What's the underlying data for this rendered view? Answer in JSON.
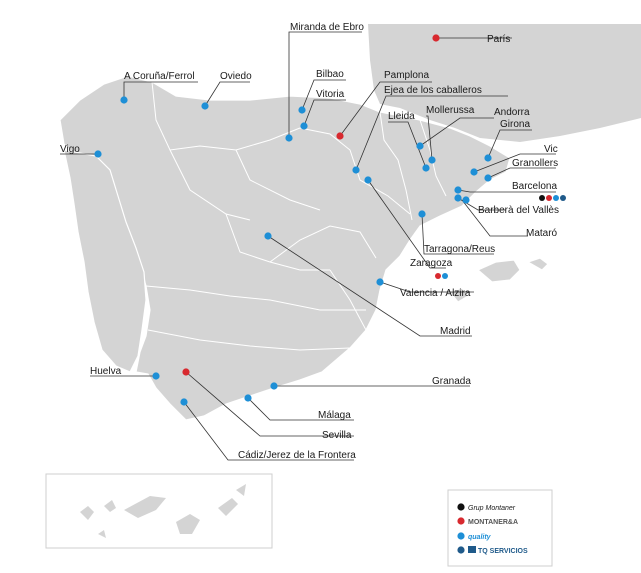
{
  "colors": {
    "land": "#d4d4d4",
    "blue": "#1e8fd6",
    "red": "#d8292f",
    "black": "#111111",
    "navy": "#1f5a8a"
  },
  "locations": [
    {
      "id": "paris",
      "label": "París"
    },
    {
      "id": "miranda",
      "label": "Miranda de Ebro"
    },
    {
      "id": "coruna",
      "label": "A Coruña/Ferrol"
    },
    {
      "id": "oviedo",
      "label": "Oviedo"
    },
    {
      "id": "bilbao",
      "label": "Bilbao"
    },
    {
      "id": "vitoria",
      "label": "Vitoria"
    },
    {
      "id": "pamplona",
      "label": "Pamplona"
    },
    {
      "id": "ejea",
      "label": "Ejea de los caballeros"
    },
    {
      "id": "lleida",
      "label": "Lleida"
    },
    {
      "id": "mollerussa",
      "label": "Mollerussa"
    },
    {
      "id": "andorra",
      "label": "Andorra"
    },
    {
      "id": "girona",
      "label": "Girona"
    },
    {
      "id": "vigo",
      "label": "Vigo"
    },
    {
      "id": "vic",
      "label": "Vic"
    },
    {
      "id": "granollers",
      "label": "Granollers"
    },
    {
      "id": "barcelona",
      "label": "Barcelona"
    },
    {
      "id": "barbera",
      "label": "Barberà del Vallès"
    },
    {
      "id": "mataro",
      "label": "Mataró"
    },
    {
      "id": "tarragona",
      "label": "Tarragona/Reus"
    },
    {
      "id": "zaragoza",
      "label": "Zaragoza"
    },
    {
      "id": "valencia",
      "label": "Valencia / Alzira"
    },
    {
      "id": "madrid",
      "label": "Madrid"
    },
    {
      "id": "huelva",
      "label": "Huelva"
    },
    {
      "id": "granada",
      "label": "Granada"
    },
    {
      "id": "malaga",
      "label": "Málaga"
    },
    {
      "id": "sevilla",
      "label": "Sevilla"
    },
    {
      "id": "cadiz",
      "label": "Cádiz/Jerez de la Frontera"
    }
  ],
  "legend": {
    "items": [
      {
        "label": "Grup Montaner",
        "color": "#111111"
      },
      {
        "label": "MONTANER&A",
        "color": "#d8292f"
      },
      {
        "label": "quality",
        "color": "#1e8fd6"
      },
      {
        "label": "TQ SERVICIOS",
        "color": "#1f5a8a"
      }
    ]
  }
}
